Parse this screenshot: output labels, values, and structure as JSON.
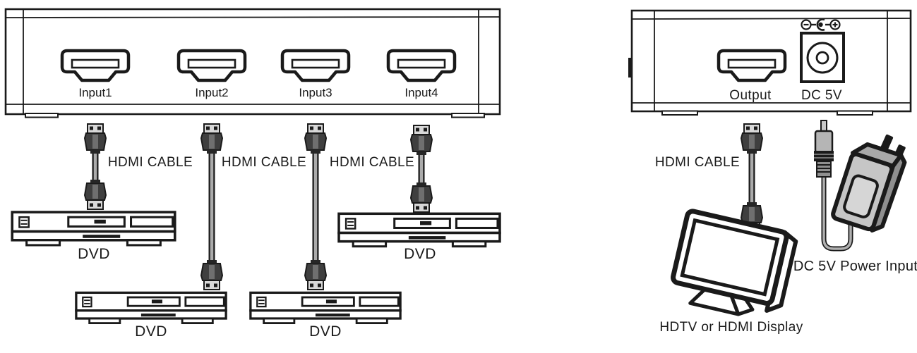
{
  "labels": {
    "input1": "Input1",
    "input2": "Input2",
    "input3": "Input3",
    "input4": "Input4",
    "hdmi_cable_1": "HDMI CABLE",
    "hdmi_cable_2": "HDMI CABLE",
    "hdmi_cable_3": "HDMI CABLE",
    "hdmi_cable_output": "HDMI CABLE",
    "dvd_1": "DVD",
    "dvd_2": "DVD",
    "dvd_3": "DVD",
    "dvd_4": "DVD",
    "output": "Output",
    "dc_5v": "DC 5V",
    "dc_power_input": "DC 5V Power Input",
    "display": "HDTV or HDMI Display"
  },
  "icons": {
    "hdmi_port": "hdmi-port-icon",
    "hdmi_plug": "hdmi-plug-icon",
    "hdmi_cable": "hdmi-cable-icon",
    "dc_jack": "dc-jack-icon",
    "polarity": "polarity-center-positive-icon",
    "dvd_player": "dvd-player-icon",
    "tv": "hdtv-icon",
    "power_adapter": "power-adapter-icon",
    "dc_plug": "dc-barrel-plug-icon"
  },
  "colors": {
    "line": "#1a1a1a",
    "connector_body": "#3f3f3f",
    "connector_tip": "#d8d8d8",
    "cable": "#ababab",
    "adapter_front": "#c6c6c6",
    "adapter_top": "#a9a9a9",
    "adapter_side": "#8f8f8f",
    "background": "#ffffff"
  }
}
